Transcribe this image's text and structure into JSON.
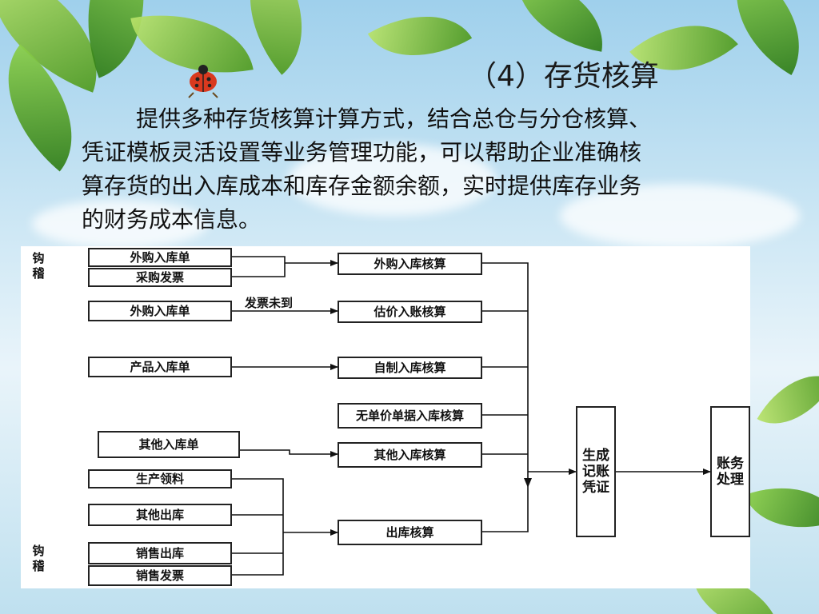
{
  "slide": {
    "title": "（4）存货核算",
    "paragraph_lines": [
      "提供多种存货核算计算方式，结合总仓与分仓核算、",
      "凭证模板灵活设置等业务管理功能，可以帮助企业准确核",
      "算存货的出入库成本和库存金额余额，实时提供库存业务",
      "的财务成本信息。"
    ]
  },
  "diagram": {
    "side_labels": {
      "top": "钩稽",
      "bottom": "钩稽"
    },
    "sources": {
      "purchase_in": "外购入库单",
      "purchase_invoice": "采购发票",
      "purchase_in_2": "外购入库单",
      "product_in": "产品入库单",
      "other_in": "其他入库单",
      "production_material": "生产领料",
      "other_out": "其他出库",
      "sales_out": "销售出库",
      "sales_invoice": "销售发票"
    },
    "edge_label": "发票未到",
    "processes": {
      "purchase_in_accounting": "外购入库核算",
      "estimated_accounting": "估价入账核算",
      "self_made_accounting": "自制入库核算",
      "no_price_accounting": "无单价单据入库核算",
      "other_in_accounting": "其他入库核算",
      "outbound_accounting": "出库核算"
    },
    "voucher": "生成记账凭证",
    "ledger": "账务处理"
  }
}
